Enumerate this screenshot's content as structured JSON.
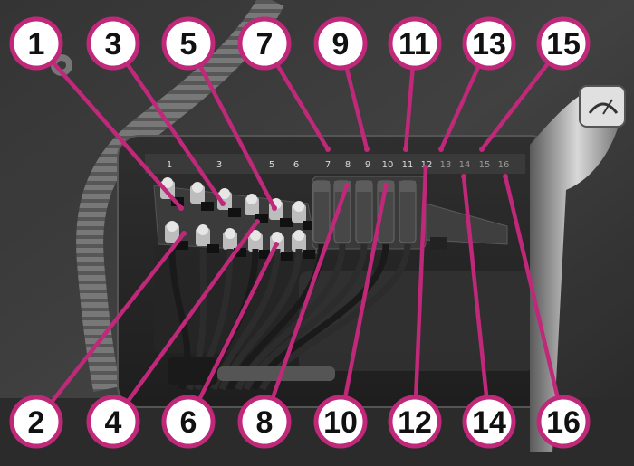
{
  "colors": {
    "accent": "#c0287a",
    "photo_dark": "#2a2a2a",
    "photo_mid": "#6f6f6f",
    "photo_light": "#cfcfcf"
  },
  "panel_slots": [
    "1",
    "3",
    "5",
    "6",
    "7",
    "8",
    "9",
    "10",
    "11",
    "12",
    "13",
    "14",
    "15",
    "16"
  ],
  "callouts_top": [
    "1",
    "3",
    "5",
    "7",
    "9",
    "11",
    "13",
    "15"
  ],
  "callouts_bottom": [
    "2",
    "4",
    "6",
    "8",
    "10",
    "12",
    "14",
    "16"
  ]
}
